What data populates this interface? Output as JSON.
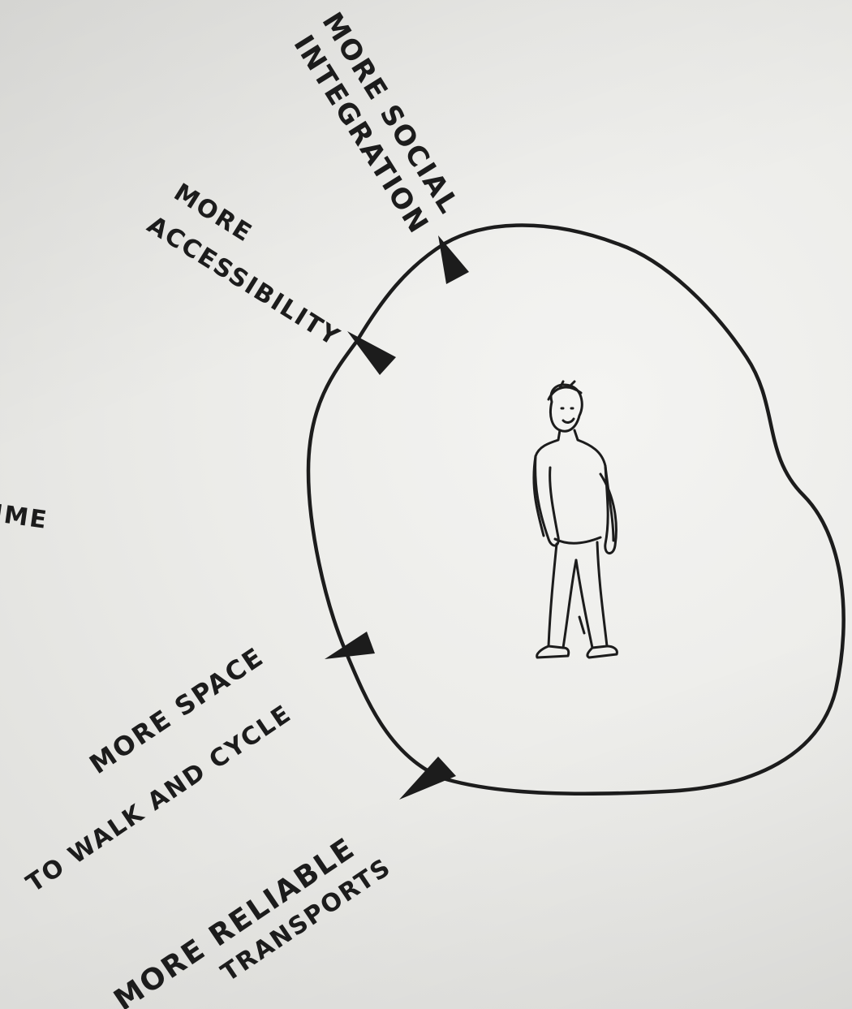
{
  "colors": {
    "paper": "#ececea",
    "ink": "#1c1c1c"
  },
  "labels": {
    "cut_off_left": "IME",
    "social": [
      "MORE SOCIAL",
      "INTEGRATION"
    ],
    "accessibility": [
      "MORE",
      "ACCESSIBILITY"
    ],
    "walk_cycle": [
      "MORE SPACE",
      "TO WALK AND CYCLE"
    ],
    "reliable": [
      "MORE RELIABLE",
      "TRANSPORTS"
    ]
  },
  "figure": "person-sketch"
}
